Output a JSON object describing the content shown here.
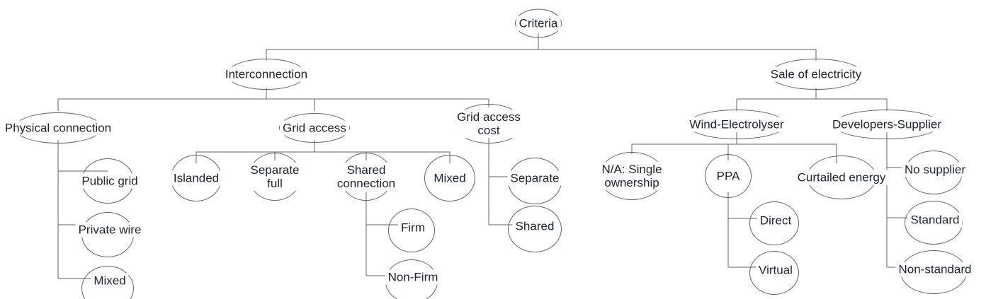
{
  "diagram": {
    "title": "Criteria",
    "type": "hierarchy-tree",
    "colors": {
      "line": "#5a6572",
      "text": "#1b2430",
      "background": "#ffffff"
    },
    "nodes": {
      "root": "Criteria",
      "interconnection": "Interconnection",
      "sale_of_electricity": "Sale of electricity",
      "physical_connection": "Physical connection",
      "grid_access": "Grid access",
      "grid_access_cost": "Grid access\ncost",
      "public_grid": "Public grid",
      "private_wire": "Private wire",
      "physical_mixed": "Mixed",
      "islanded": "Islanded",
      "separate_full": "Separate\nfull",
      "shared_connection": "Shared\nconnection",
      "grid_access_mixed": "Mixed",
      "firm": "Firm",
      "non_firm": "Non-Firm",
      "cost_separate": "Separate",
      "cost_shared": "Shared",
      "wind_electrolyser": "Wind-Electrolyser",
      "developers_supplier": "Developers-Supplier",
      "na_single_ownership": "N/A: Single\nownership",
      "ppa": "PPA",
      "curtailed_energy": "Curtailed energy",
      "direct": "Direct",
      "virtual": "Virtual",
      "no_supplier": "No supplier",
      "standard": "Standard",
      "non_standard": "Non-standard"
    },
    "edges": [
      [
        "root",
        "interconnection"
      ],
      [
        "root",
        "sale_of_electricity"
      ],
      [
        "interconnection",
        "physical_connection"
      ],
      [
        "interconnection",
        "grid_access"
      ],
      [
        "interconnection",
        "grid_access_cost"
      ],
      [
        "physical_connection",
        "public_grid"
      ],
      [
        "physical_connection",
        "private_wire"
      ],
      [
        "physical_connection",
        "physical_mixed"
      ],
      [
        "grid_access",
        "islanded"
      ],
      [
        "grid_access",
        "separate_full"
      ],
      [
        "grid_access",
        "shared_connection"
      ],
      [
        "grid_access",
        "grid_access_mixed"
      ],
      [
        "shared_connection",
        "firm"
      ],
      [
        "shared_connection",
        "non_firm"
      ],
      [
        "grid_access_cost",
        "cost_separate"
      ],
      [
        "grid_access_cost",
        "cost_shared"
      ],
      [
        "sale_of_electricity",
        "wind_electrolyser"
      ],
      [
        "sale_of_electricity",
        "developers_supplier"
      ],
      [
        "wind_electrolyser",
        "na_single_ownership"
      ],
      [
        "wind_electrolyser",
        "ppa"
      ],
      [
        "wind_electrolyser",
        "curtailed_energy"
      ],
      [
        "ppa",
        "direct"
      ],
      [
        "ppa",
        "virtual"
      ],
      [
        "developers_supplier",
        "no_supplier"
      ],
      [
        "developers_supplier",
        "standard"
      ],
      [
        "developers_supplier",
        "non_standard"
      ]
    ]
  }
}
